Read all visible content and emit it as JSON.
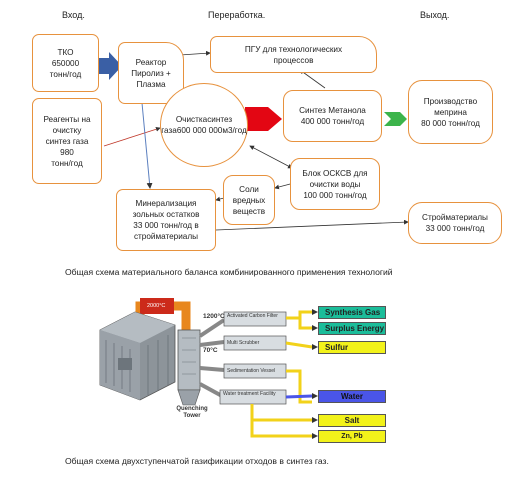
{
  "top": {
    "headers": {
      "input": "Вход.",
      "processing": "Переработка.",
      "output": "Выход."
    },
    "boxes": {
      "tko": [
        "ТКО",
        "650000",
        "тонн/год"
      ],
      "reagents": [
        "Реагенты на",
        "очистку",
        "синтез газа",
        "980",
        "тонн/год"
      ],
      "reactor": [
        "Реактор",
        "Пиролиз +",
        "Плазма"
      ],
      "pgu": [
        "ПГУ для технологических",
        "процессов"
      ],
      "cleaning": [
        "Очистка",
        "синтез газа",
        "600 000 000",
        "м3/год"
      ],
      "methanol": [
        "Синтез Метанола",
        "400 000 тонн/год"
      ],
      "meprin": [
        "Производство",
        "меприна",
        "80 000 тонн/год"
      ],
      "block": [
        "Блок ОСКСВ для",
        "очистки воды",
        "100 000 тонн/год"
      ],
      "salts": [
        "Соли",
        "вредных",
        "веществ"
      ],
      "mineral": [
        "Минерализация",
        "зольных остатков",
        "33 000 тонн/год в",
        "стройматериалы"
      ],
      "building": [
        "Стройматериалы",
        "33 000 тонн/год"
      ]
    },
    "caption": "Общая схема материального баланса комбинированного применения технологий"
  },
  "bottom": {
    "temps": {
      "t2000": "2000°C",
      "t1200": "1200°C",
      "t70": "70°C"
    },
    "units": {
      "activated_carbon": "Activated Carbon Filter",
      "multi_scrubber": "Multi Scrubber",
      "sedimentation": "Sedimentation Vessel",
      "water_treatment": "Water treatment Facility"
    },
    "tower": "Quenching Tower",
    "outputs": [
      {
        "label": "Synthesis Gas",
        "color": "#1bbd9a"
      },
      {
        "label": "Surplus Energy",
        "color": "#1bbd9a"
      },
      {
        "label": "Sulfur",
        "color": "#f2f21a"
      },
      {
        "label": "Water",
        "color": "#4a55e8"
      },
      {
        "label": "Salt",
        "color": "#f2f21a"
      },
      {
        "label": "Zn, Pb",
        "color": "#f2f21a"
      }
    ],
    "caption": "Общая схема двухступенчатой газификации отходов в синтез газ."
  },
  "colors": {
    "box_border": "#e7923e",
    "arrow_blue": "#3a5fa5",
    "arrow_red": "#e30613",
    "arrow_green": "#3cb44b"
  }
}
